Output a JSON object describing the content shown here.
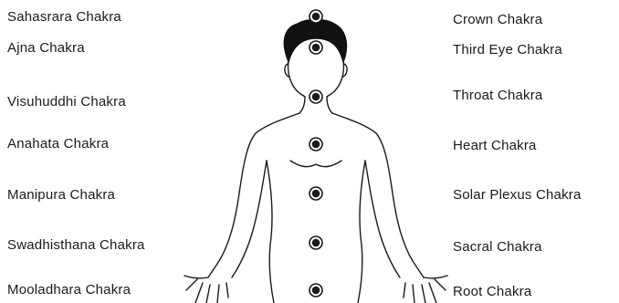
{
  "chakras": [
    {
      "sanskrit": "Sahasrara Chakra",
      "english": "Crown Chakra"
    },
    {
      "sanskrit": "Ajna Chakra",
      "english": "Third Eye Chakra"
    },
    {
      "sanskrit": "Visuhuddhi Chakra",
      "english": "Throat Chakra"
    },
    {
      "sanskrit": "Anahata Chakra",
      "english": "Heart Chakra"
    },
    {
      "sanskrit": "Manipura Chakra",
      "english": "Solar Plexus Chakra"
    },
    {
      "sanskrit": "Swadhisthana Chakra",
      "english": "Sacral Chakra"
    },
    {
      "sanskrit": "Mooladhara Chakra",
      "english": "Root Chakra"
    }
  ],
  "colors": {
    "ink": "#1a1a1a",
    "hair": "#111111",
    "background": "#ffffff"
  },
  "icons": {
    "chakra_marker": "concentric-dot-icon"
  }
}
